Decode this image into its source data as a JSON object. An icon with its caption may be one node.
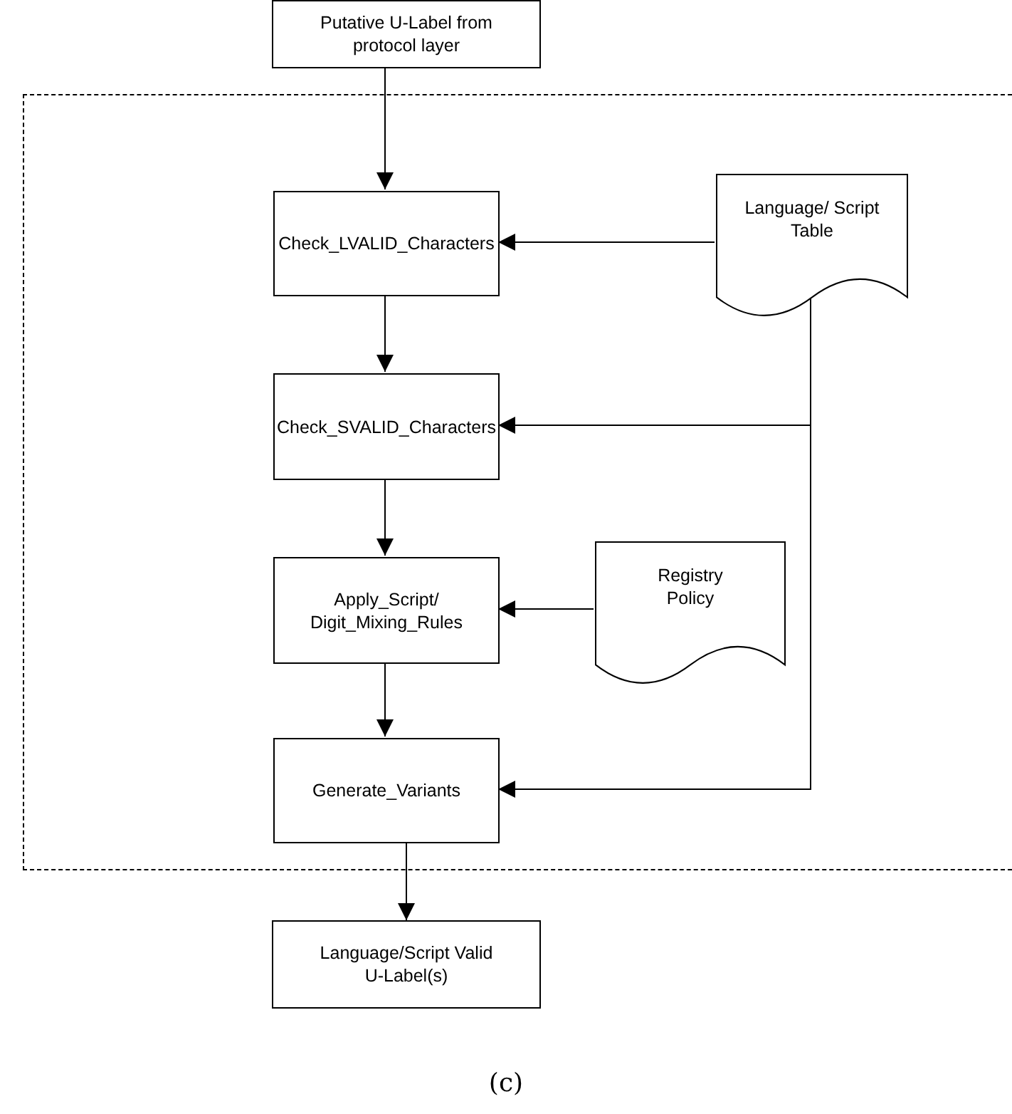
{
  "diagram": {
    "caption": "(c)",
    "nodes": [
      {
        "text": [
          "Putative U-Label from protocol layer"
        ]
      },
      {
        "text": [],
        "shape": "box"
      },
      {
        "text": [
          "Check_LVALID_Characters"
        ],
        "in": 1
      },
      {
        "text": [
          "Check_SVALID_Characters"
        ],
        "in": 1
      },
      {
        "text": [
          "Apply_Script/ Digit_Mixing_Rules"
        ],
        "in": 1
      },
      {
        "text": [
          "Generate_Variants"
        ],
        "in": 1
      },
      {
        "text": [
          "Language/ Script Table"
        ],
        "in": 1
      },
      {
        "text": [
          "Registry Policy"
        ],
        "in": 1
      },
      {
        "text": [
          "Language/Script Valid U-Label(s)"
        ]
      }
    ],
    "edges": [
      {
        "from": 0,
        "to": 2,
        "arrow": "to"
      },
      {
        "from": 2,
        "to": 3,
        "arrow": "to"
      },
      {
        "from": 3,
        "to": 4,
        "arrow": "to"
      },
      {
        "from": 4,
        "to": 5,
        "arrow": "to"
      },
      {
        "from": 5,
        "to": 8,
        "arrow": "to"
      },
      {
        "from": 6,
        "to": 2,
        "arrow": "to"
      },
      {
        "from": 6,
        "to": 3,
        "arrow": "to"
      },
      {
        "from": 6,
        "to": 5,
        "arrow": "to"
      },
      {
        "from": 7,
        "to": 4,
        "arrow": "to"
      }
    ]
  }
}
